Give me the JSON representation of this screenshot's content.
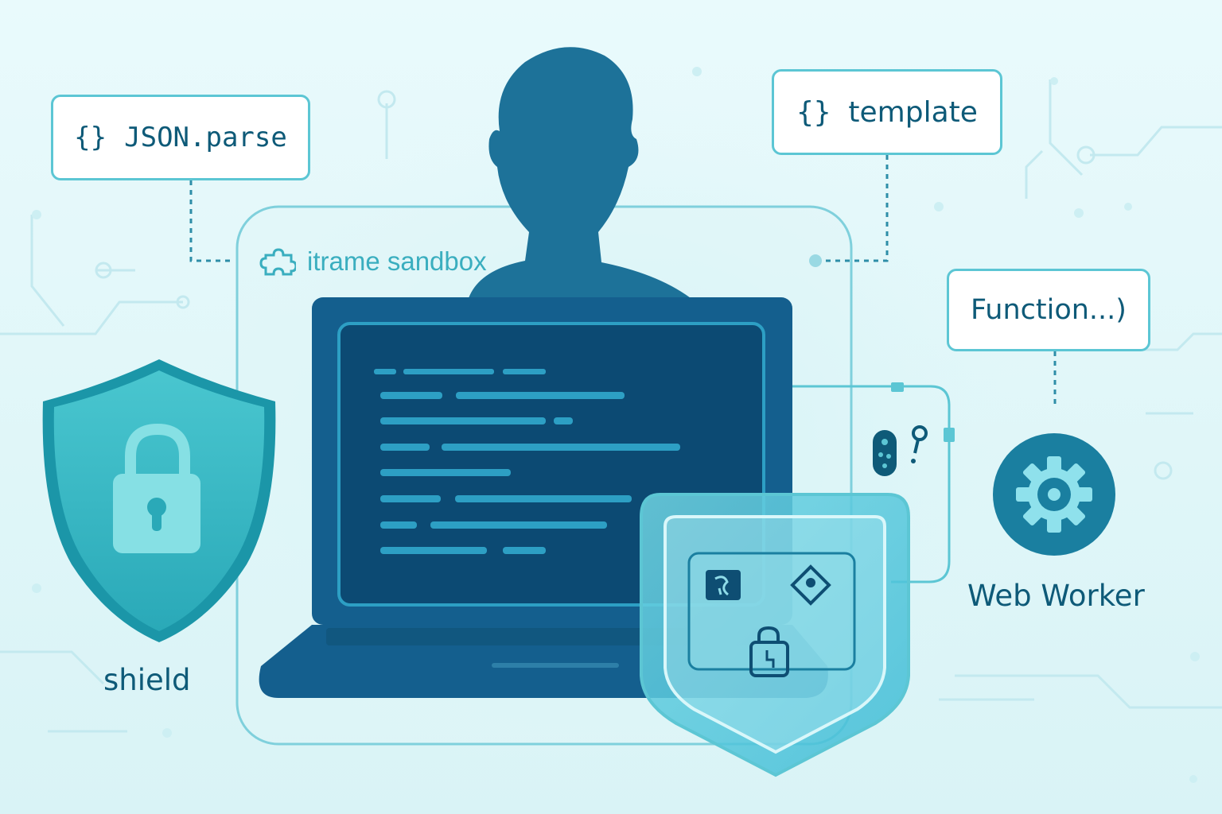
{
  "labels": {
    "json_parse": "JSON.parse",
    "template": "template",
    "function": "Function...)",
    "iframe_sandbox": "itrame sandbox",
    "shield": "shield",
    "web_worker": "Web Worker"
  },
  "brace_glyph": "{}",
  "colors": {
    "background": "#e6f9fb",
    "accent": "#5cc6d4",
    "dark_navy": "#0e5a78",
    "laptop": "#145f8e",
    "screen": "#0c4a73",
    "code_line": "#2d9fc4",
    "shield": "#3fbfca",
    "worker_gear": "#1a7fa0"
  },
  "icons": {
    "person": "person-silhouette-icon",
    "laptop": "laptop-icon",
    "shield": "shield-icon",
    "lock": "padlock-icon",
    "gear": "gear-icon",
    "sandbox": "puzzle-icon",
    "security_panel": "security-shield-panel-icon"
  }
}
